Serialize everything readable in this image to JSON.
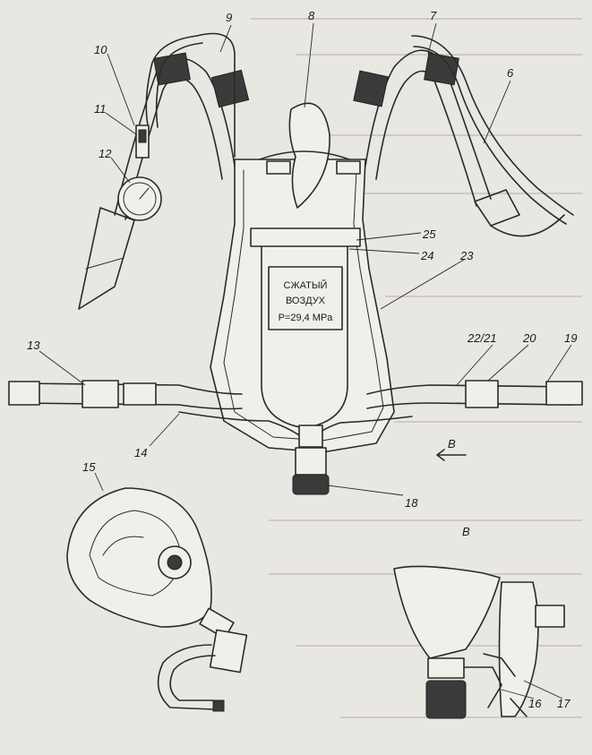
{
  "cylinder_label": {
    "line1": "СЖАТЫЙ",
    "line2": "ВОЗДУХ",
    "line3": "P=29,4 MPa"
  },
  "view_letter": "В",
  "callouts": [
    "6",
    "7",
    "8",
    "9",
    "10",
    "11",
    "12",
    "13",
    "14",
    "15",
    "16",
    "17",
    "18",
    "19",
    "20",
    "22/21",
    "23",
    "24",
    "25"
  ]
}
